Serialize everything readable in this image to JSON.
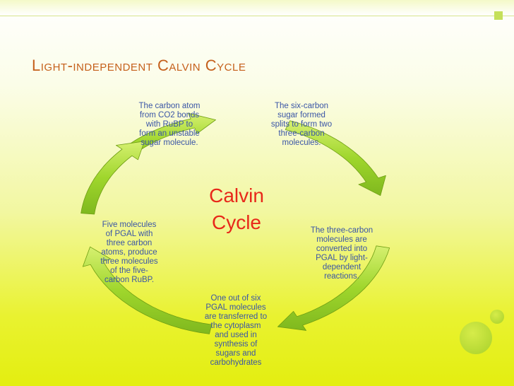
{
  "slide": {
    "title": "Light-independent Calvin Cycle",
    "center_label_line1": "Calvin",
    "center_label_line2": "Cycle",
    "steps": [
      {
        "lines": [
          "The carbon atom",
          "from CO2 bonds",
          "with RuBP to",
          "form an unstable",
          "sugar molecule."
        ]
      },
      {
        "lines": [
          "The six-carbon",
          "sugar formed",
          "splits to form two",
          "three-carbon",
          "molecules."
        ]
      },
      {
        "lines": [
          "The three-carbon",
          "molecules are",
          "converted into",
          "PGAL by light-",
          "dependent",
          "reactions."
        ]
      },
      {
        "lines": [
          "One out of six",
          "PGAL molecules",
          "are transferred to",
          "the cytoplasm",
          "and used in",
          "synthesis of",
          "sugars and",
          "carbohydrates"
        ]
      },
      {
        "lines": [
          "Five molecules",
          "of PGAL with",
          "three carbon",
          "atoms, produce",
          "three molecules",
          "of the five-",
          "carbon RuBP."
        ]
      }
    ]
  },
  "colors": {
    "title": "#c5601b",
    "step_text": "#3a55a6",
    "center_text": "#e8281a",
    "arrow_fill": "#9fd62c"
  }
}
